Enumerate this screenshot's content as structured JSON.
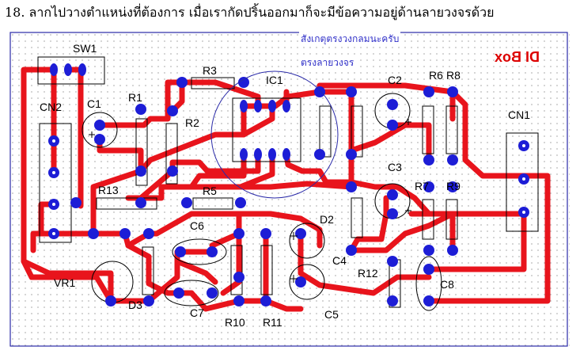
{
  "instruction": "18. ลากไปวางตำแหน่งที่ต้องการ เมื่อเรากัดปริ้นออกมาก็จะมีข้อความอยู่ด้านลายวงจรด้วย",
  "annotations": {
    "note1": "สังเกตุตรงวงกลมนะครับ",
    "note2": "ตรงลายวงจร"
  },
  "board": {
    "mirror_text": "DI Box",
    "labels": {
      "sw1": "SW1",
      "cn2": "CN2",
      "c1": "C1",
      "r1": "R1",
      "r3": "R3",
      "r2": "R2",
      "ic1": "IC1",
      "c2": "C2",
      "r6": "R6",
      "r8": "R8",
      "cn1": "CN1",
      "c3": "C3",
      "r7": "R7",
      "r9": "R9",
      "r13": "R13",
      "r5": "R5",
      "d2": "D2",
      "c6": "C6",
      "c4": "C4",
      "vr1": "VR1",
      "r12": "R12",
      "c8": "C8",
      "d3": "D3",
      "c7": "C7",
      "r10": "R10",
      "r11": "R11",
      "c5": "C5"
    },
    "colors": {
      "track": "#e8141c",
      "pad": "#1d1dd6",
      "silk": "#000000",
      "highlight": "#2a2aa8",
      "dots": "#b8b8b8"
    }
  }
}
